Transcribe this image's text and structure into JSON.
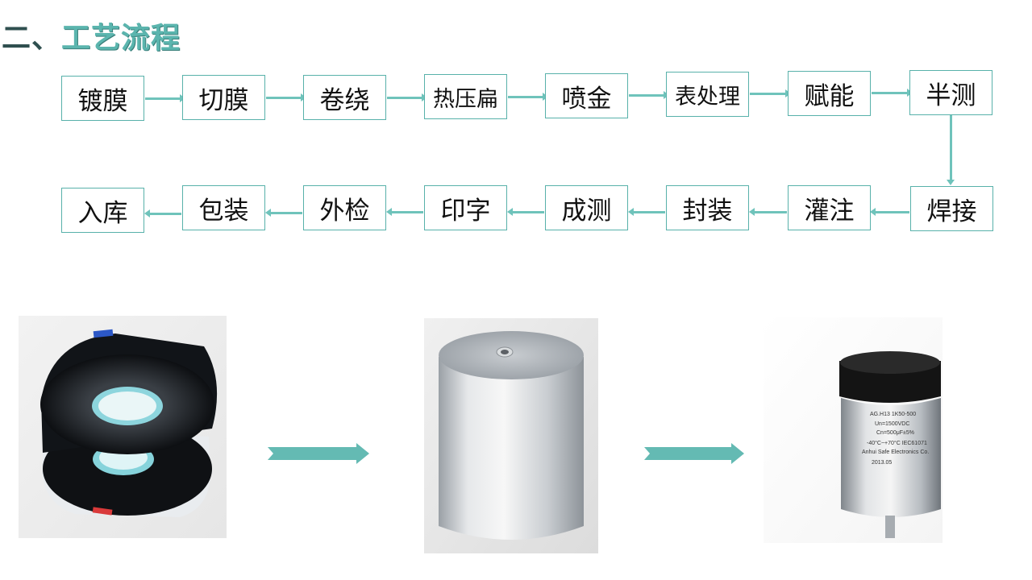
{
  "slide": {
    "section_number": "二、",
    "section_title": "工艺流程"
  },
  "process_steps_row1": [
    "镀膜",
    "切膜",
    "卷绕",
    "热压扁",
    "喷金",
    "表处理",
    "赋能",
    "半测"
  ],
  "process_steps_row2": [
    "焊接",
    "灌注",
    "封装",
    "成测",
    "印字",
    "外检",
    "包装",
    "入库"
  ],
  "colors": {
    "accent": "#5bb5ae",
    "title_dark": "#2f4f4f",
    "connector": "#6fc3bb",
    "box_border": "#58b1aa"
  },
  "images": [
    {
      "name": "film-rolls-photo",
      "icon": "film-roll"
    },
    {
      "name": "metallized-element-photo",
      "icon": "capacitor-element"
    },
    {
      "name": "finished-capacitor-photo",
      "icon": "capacitor",
      "label_lines": [
        "AG.H13 1K50-500",
        "Un=1500VDC",
        "Cn=500μF±5%",
        "-40°C~+70°C IEC61071",
        "Anhui Safe Electronics Co.",
        "2013.05"
      ]
    }
  ]
}
